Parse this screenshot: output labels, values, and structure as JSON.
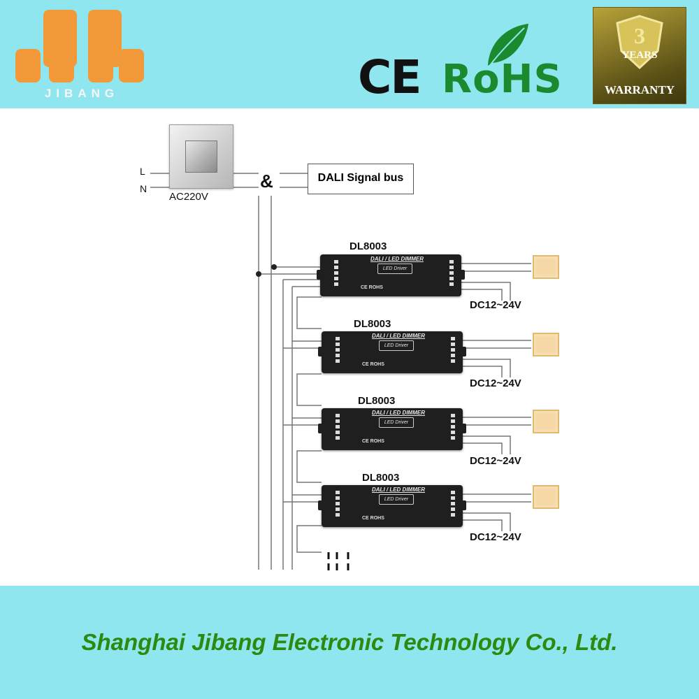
{
  "header": {
    "brand_word": "JIBANG",
    "brand_color": "#f29a3a",
    "ce_mark": "CE",
    "rohs_mark": "RoHS",
    "warranty_number": "3",
    "warranty_years": "YEARS",
    "warranty_label": "WARRANTY"
  },
  "diagram": {
    "line_l": "L",
    "line_n": "N",
    "supply": "AC220V",
    "ampersand": "&",
    "bus_label": "DALI Signal bus",
    "units": [
      {
        "model": "DL8003",
        "output": "DC12~24V",
        "panel_title": "DALI / LED DIMMER",
        "driver": "LED Driver",
        "cert": "CE ROHS"
      },
      {
        "model": "DL8003",
        "output": "DC12~24V",
        "panel_title": "DALI / LED DIMMER",
        "driver": "LED Driver",
        "cert": "CE ROHS"
      },
      {
        "model": "DL8003",
        "output": "DC12~24V",
        "panel_title": "DALI / LED DIMMER",
        "driver": "LED Driver",
        "cert": "CE ROHS"
      },
      {
        "model": "DL8003",
        "output": "DC12~24V",
        "panel_title": "DALI / LED DIMMER",
        "driver": "LED Driver",
        "cert": "CE ROHS"
      }
    ],
    "continuation": "⋮ ⋮"
  },
  "footer": {
    "company": "Shanghai Jibang Electronic Technology Co., Ltd."
  },
  "colors": {
    "band": "#8fe6ef",
    "footer_text": "#2d8a10",
    "rohs": "#1b8a2e"
  }
}
